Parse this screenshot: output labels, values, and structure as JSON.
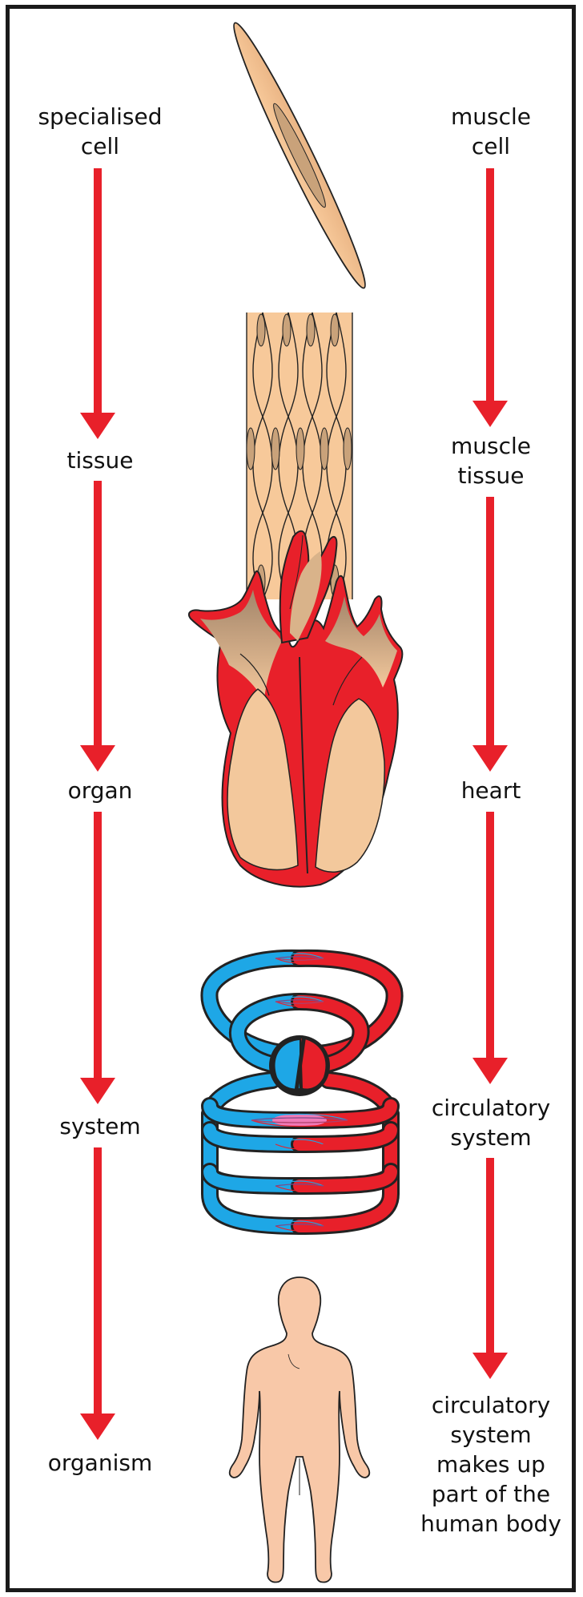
{
  "left_column": [
    {
      "id": "specialised-cell",
      "text": "specialised\ncell"
    },
    {
      "id": "tissue",
      "text": "tissue"
    },
    {
      "id": "organ",
      "text": "organ"
    },
    {
      "id": "system",
      "text": "system"
    },
    {
      "id": "organism",
      "text": "organism"
    }
  ],
  "right_column": [
    {
      "id": "muscle-cell",
      "text": "muscle\ncell"
    },
    {
      "id": "muscle-tissue",
      "text": "muscle\ntissue"
    },
    {
      "id": "heart",
      "text": "heart"
    },
    {
      "id": "circulatory-system",
      "text": "circulatory\nsystem"
    },
    {
      "id": "human-body",
      "text": "circulatory\nsystem\nmakes up\npart of the\nhuman body"
    }
  ],
  "illustrations": [
    "muscle-cell",
    "muscle-tissue",
    "heart",
    "circulatory-system",
    "human-body"
  ],
  "colors": {
    "arrow": "#e8202a",
    "skin": "#f8c8a8",
    "muscle_light": "#f7c99a",
    "muscle_dark": "#c9a27a",
    "blood_red": "#e8202a",
    "blood_blue": "#1ea7e6",
    "heart_tan": "#f3c89c"
  }
}
